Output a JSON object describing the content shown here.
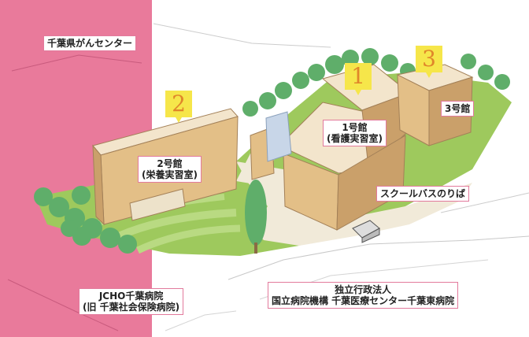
{
  "colors": {
    "pink_band": "#e97a9b",
    "lawn": "#9ec95d",
    "lawn_stripe": "#b9da82",
    "tree": "#5fae6a",
    "building_tan": "#e3bf87",
    "building_shadow": "#caa06a",
    "roof": "#f3e5cc",
    "path": "#f1ead9",
    "label_border": "#e27a9c",
    "badge_fill": "#f6e64a",
    "badge_text": "#e0862a"
  },
  "labels": {
    "chiba_cancer_center": "千葉県がんセンター",
    "building1_name": "1号館",
    "building1_use": "(看護実習室)",
    "building2_name": "2号館",
    "building2_use": "(栄養実習室)",
    "building3_name": "3号館",
    "bus_stop": "スクールバスのりば",
    "jcho_hospital": "JCHO千葉病院",
    "jcho_former": "(旧 千葉社会保険病院)",
    "nho_line1": "独立行政法人",
    "nho_line2": "国立病院機構 千葉医療センター千葉東病院"
  },
  "badges": {
    "b1": "1",
    "b2": "2",
    "b3": "3"
  }
}
